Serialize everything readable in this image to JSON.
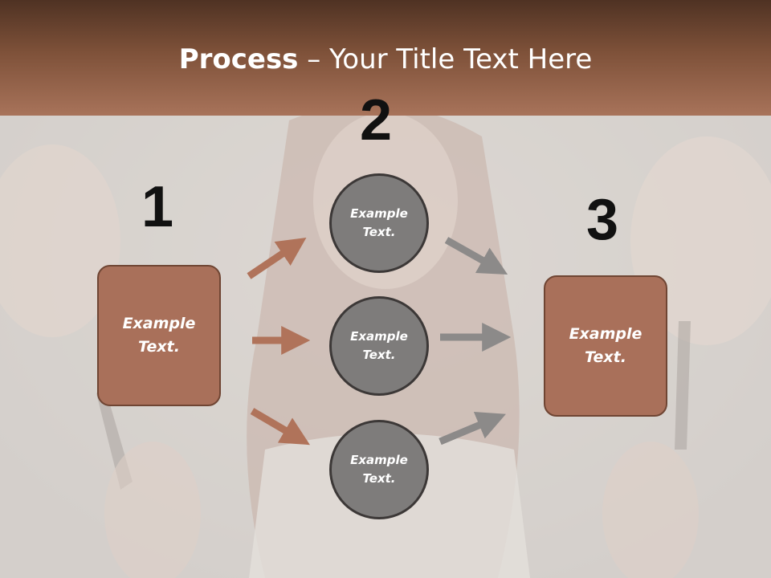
{
  "title": {
    "bold": "Process",
    "rest": " – Your Title Text Here"
  },
  "steps": {
    "one": "1",
    "two": "2",
    "three": "3"
  },
  "boxes": {
    "left": "Example Text.",
    "right": "Example Text."
  },
  "circles": {
    "top": "Example Text.",
    "middle": "Example Text.",
    "bottom": "Example Text."
  },
  "colors": {
    "header": "#a8735a",
    "box": "#a9705a",
    "circle": "#7e7c7b",
    "arrow_brown": "#b0735a",
    "arrow_gray": "#8c8a89"
  }
}
